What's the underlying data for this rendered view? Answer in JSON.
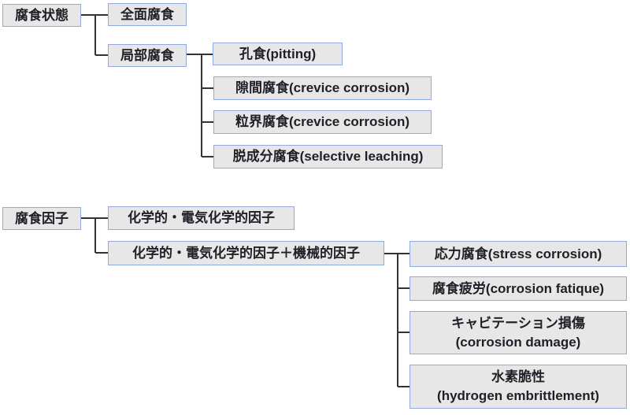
{
  "diagram": {
    "title": "corrosion classification tree",
    "colors": {
      "box_fill": "#e8e7e7",
      "box_border": "#8faadc",
      "connector": "#333333",
      "text": "#1f1f27"
    },
    "tree1": {
      "root": "腐食状態",
      "children": [
        {
          "label": "全面腐食"
        },
        {
          "label": "局部腐食"
        }
      ],
      "leaves": [
        {
          "label": "孔食(pitting)"
        },
        {
          "label": "隙間腐食(crevice corrosion)"
        },
        {
          "label": "粒界腐食(crevice corrosion)"
        },
        {
          "label": "脱成分腐食(selective leaching)"
        }
      ]
    },
    "tree2": {
      "root": "腐食因子",
      "children": [
        {
          "label": "化学的・電気化学的因子"
        },
        {
          "label": "化学的・電気化学的因子＋機械的因子"
        }
      ],
      "leaves": [
        {
          "label": "応力腐食(stress corrosion)"
        },
        {
          "label": "腐食疲労(corrosion fatique)"
        },
        {
          "label": "キャビテーション損傷\n(corrosion damage)"
        },
        {
          "label": "水素脆性\n(hydrogen embrittlement)"
        }
      ]
    }
  }
}
